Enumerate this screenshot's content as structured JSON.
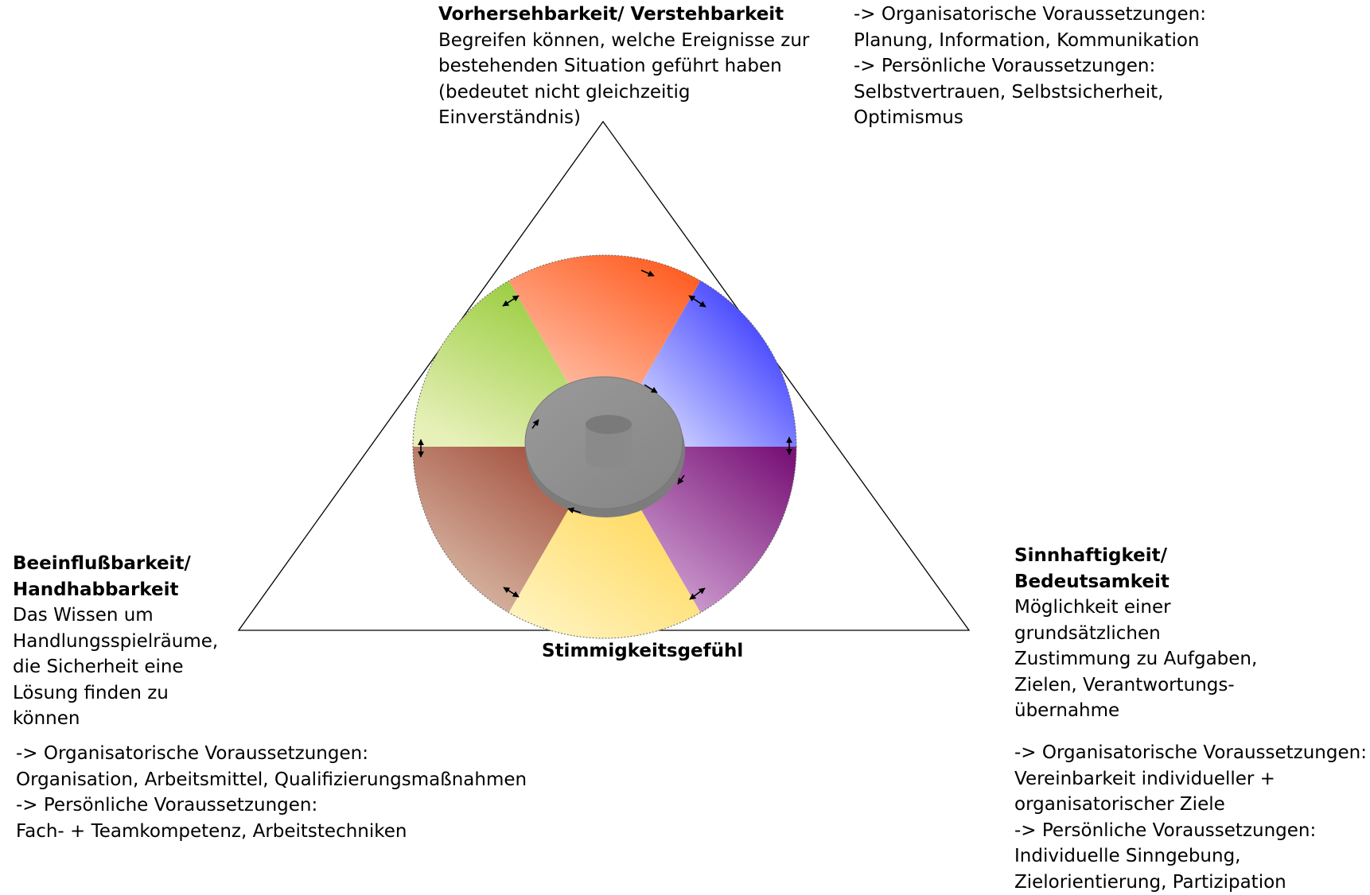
{
  "top": {
    "title": "Vorhersehbarkeit/ Verstehbarkeit",
    "desc": [
      "Begreifen können, welche Ereignisse zur",
      "bestehenden Situation geführt haben",
      "(bedeutet nicht gleichzeitig",
      "Einverständnis)"
    ],
    "conditions": [
      "-> Organisatorische Voraussetzungen:",
      "Planung, Information, Kommunikation",
      "-> Persönliche Voraussetzungen:",
      "Selbstvertrauen, Selbstsicherheit,",
      "Optimismus"
    ]
  },
  "left": {
    "title": [
      "Beeinflußbarkeit/",
      "Handhabbarkeit"
    ],
    "desc": [
      "Das Wissen um",
      "Handlungsspielräume,",
      "die Sicherheit eine",
      "Lösung finden zu",
      "können"
    ],
    "conditions": [
      "-> Organisatorische Voraussetzungen:",
      "Organisation, Arbeitsmittel, Qualifizierungsmaßnahmen",
      "-> Persönliche Voraussetzungen:",
      "Fach- + Teamkompetenz, Arbeitstechniken"
    ]
  },
  "right": {
    "title": [
      "Sinnhaftigkeit/",
      "Bedeutsamkeit"
    ],
    "desc": [
      "Möglichkeit einer",
      "grundsätzlichen",
      "Zustimmung zu Aufgaben,",
      "Zielen, Verantwortungs-",
      "übernahme"
    ],
    "conditions": [
      "-> Organisatorische Voraussetzungen:",
      "Vereinbarkeit individueller +",
      "organisatorischer Ziele",
      "-> Persönliche Voraussetzungen:",
      "Individuelle Sinngebung,",
      "Zielorientierung, Partizipation"
    ]
  },
  "center_label": "Stimmigkeitsgefühl",
  "colors": {
    "segment_top": "#ff5a1e",
    "segment_top_right": "#3c3cff",
    "segment_bottom_right": "#7a1478",
    "segment_bottom": "#ffd040",
    "segment_bottom_left": "#a04a38",
    "segment_top_left": "#98cc3c",
    "hub": "#8e8e8e"
  }
}
